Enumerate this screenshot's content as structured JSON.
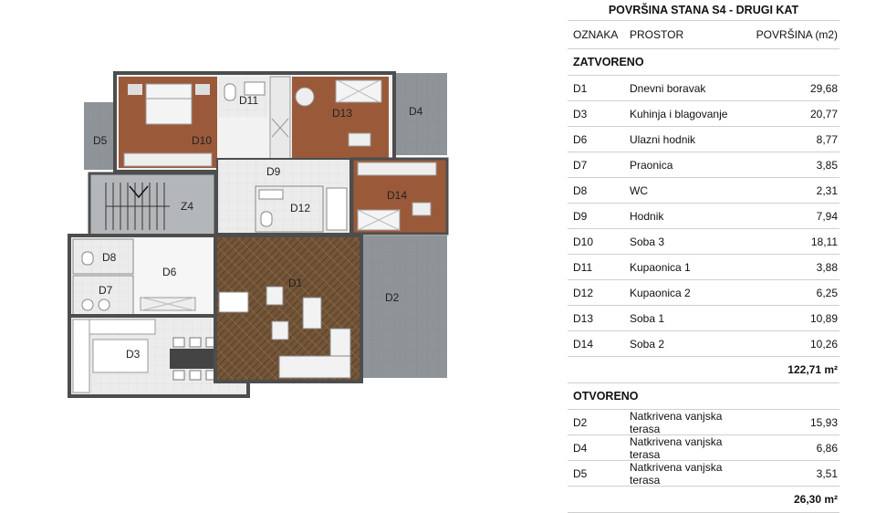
{
  "table": {
    "title": "POVRŠINA STANA S4 - DRUGI KAT",
    "headers": {
      "code": "OZNAKA",
      "space": "PROSTOR",
      "area": "POVRŠINA (m2)"
    },
    "closed": {
      "label": "ZATVORENO",
      "rows": [
        {
          "code": "D1",
          "name": "Dnevni boravak",
          "area": "29,68"
        },
        {
          "code": "D3",
          "name": "Kuhinja i blagovanje",
          "area": "20,77"
        },
        {
          "code": "D6",
          "name": "Ulazni hodnik",
          "area": "8,77"
        },
        {
          "code": "D7",
          "name": "Praonica",
          "area": "3,85"
        },
        {
          "code": "D8",
          "name": "WC",
          "area": "2,31"
        },
        {
          "code": "D9",
          "name": "Hodnik",
          "area": "7,94"
        },
        {
          "code": "D10",
          "name": "Soba 3",
          "area": "18,11"
        },
        {
          "code": "D11",
          "name": "Kupaonica 1",
          "area": "3,88"
        },
        {
          "code": "D12",
          "name": "Kupaonica 2",
          "area": "6,25"
        },
        {
          "code": "D13",
          "name": "Soba 1",
          "area": "10,89"
        },
        {
          "code": "D14",
          "name": "Soba 2",
          "area": "10,26"
        }
      ],
      "total": "122,71 m²"
    },
    "open": {
      "label": "OTVORENO",
      "rows": [
        {
          "code": "D2",
          "name": "Natkrivena vanjska terasa",
          "area": "15,93"
        },
        {
          "code": "D4",
          "name": "Natkrivena vanjska terasa",
          "area": "6,86"
        },
        {
          "code": "D5",
          "name": "Natkrivena vanjska terasa",
          "area": "3,51"
        }
      ],
      "total": "26,30 m²"
    }
  },
  "plan": {
    "labels": {
      "D1": "D1",
      "D2": "D2",
      "D3": "D3",
      "D4": "D4",
      "D5": "D5",
      "D6": "D6",
      "D7": "D7",
      "D8": "D8",
      "D9": "D9",
      "D10": "D10",
      "D11": "D11",
      "D12": "D12",
      "D13": "D13",
      "D14": "D14",
      "Z4": "Z4"
    },
    "colors": {
      "wood_bedroom": "#9a5a3a",
      "wood_living": "#6e5238",
      "terrace": "#8e9398",
      "tile": "#e6e6e6",
      "wall": "#4d4d4d",
      "stairs": "#b4b7ba"
    }
  }
}
